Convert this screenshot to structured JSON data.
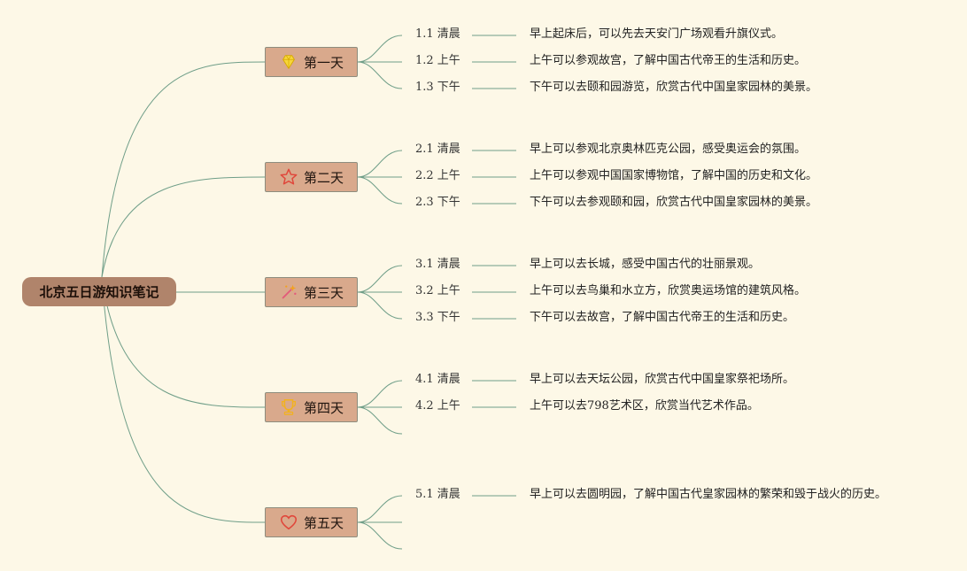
{
  "root": {
    "title": "北京五日游知识笔记"
  },
  "days": [
    {
      "label": "第一天",
      "icon": "diamond-icon",
      "items": [
        {
          "slot": "1.1 清晨",
          "desc": "早上起床后，可以先去天安门广场观看升旗仪式。"
        },
        {
          "slot": "1.2 上午",
          "desc": "上午可以参观故宫，了解中国古代帝王的生活和历史。"
        },
        {
          "slot": "1.3 下午",
          "desc": "下午可以去颐和园游览，欣赏古代中国皇家园林的美景。"
        }
      ]
    },
    {
      "label": "第二天",
      "icon": "star-icon",
      "items": [
        {
          "slot": "2.1 清晨",
          "desc": "早上可以参观北京奥林匹克公园，感受奥运会的氛围。"
        },
        {
          "slot": "2.2 上午",
          "desc": "上午可以参观中国国家博物馆，了解中国的历史和文化。"
        },
        {
          "slot": "2.3 下午",
          "desc": "下午可以去参观颐和园，欣赏古代中国皇家园林的美景。"
        }
      ]
    },
    {
      "label": "第三天",
      "icon": "sparkle-icon",
      "items": [
        {
          "slot": "3.1 清晨",
          "desc": "早上可以去长城，感受中国古代的壮丽景观。"
        },
        {
          "slot": "3.2 上午",
          "desc": "上午可以去鸟巢和水立方，欣赏奥运场馆的建筑风格。"
        },
        {
          "slot": "3.3 下午",
          "desc": "下午可以去故宫，了解中国古代帝王的生活和历史。"
        }
      ]
    },
    {
      "label": "第四天",
      "icon": "trophy-icon",
      "items": [
        {
          "slot": "4.1 清晨",
          "desc": "早上可以去天坛公园，欣赏古代中国皇家祭祀场所。"
        },
        {
          "slot": "4.2 上午",
          "desc": "上午可以去798艺术区，欣赏当代艺术作品。"
        },
        {
          "slot": "",
          "desc": ""
        }
      ]
    },
    {
      "label": "第五天",
      "icon": "heart-icon",
      "items": [
        {
          "slot": "5.1 清晨",
          "desc": "早上可以去圆明园，了解中国古代皇家园林的繁荣和毁于战火的历史。"
        },
        {
          "slot": "",
          "desc": ""
        },
        {
          "slot": "",
          "desc": ""
        }
      ]
    }
  ],
  "colors": {
    "background": "#fdf8e7",
    "root_fill": "#b0846b",
    "day_fill": "#d9a98c",
    "connector": "#6f9e88"
  }
}
